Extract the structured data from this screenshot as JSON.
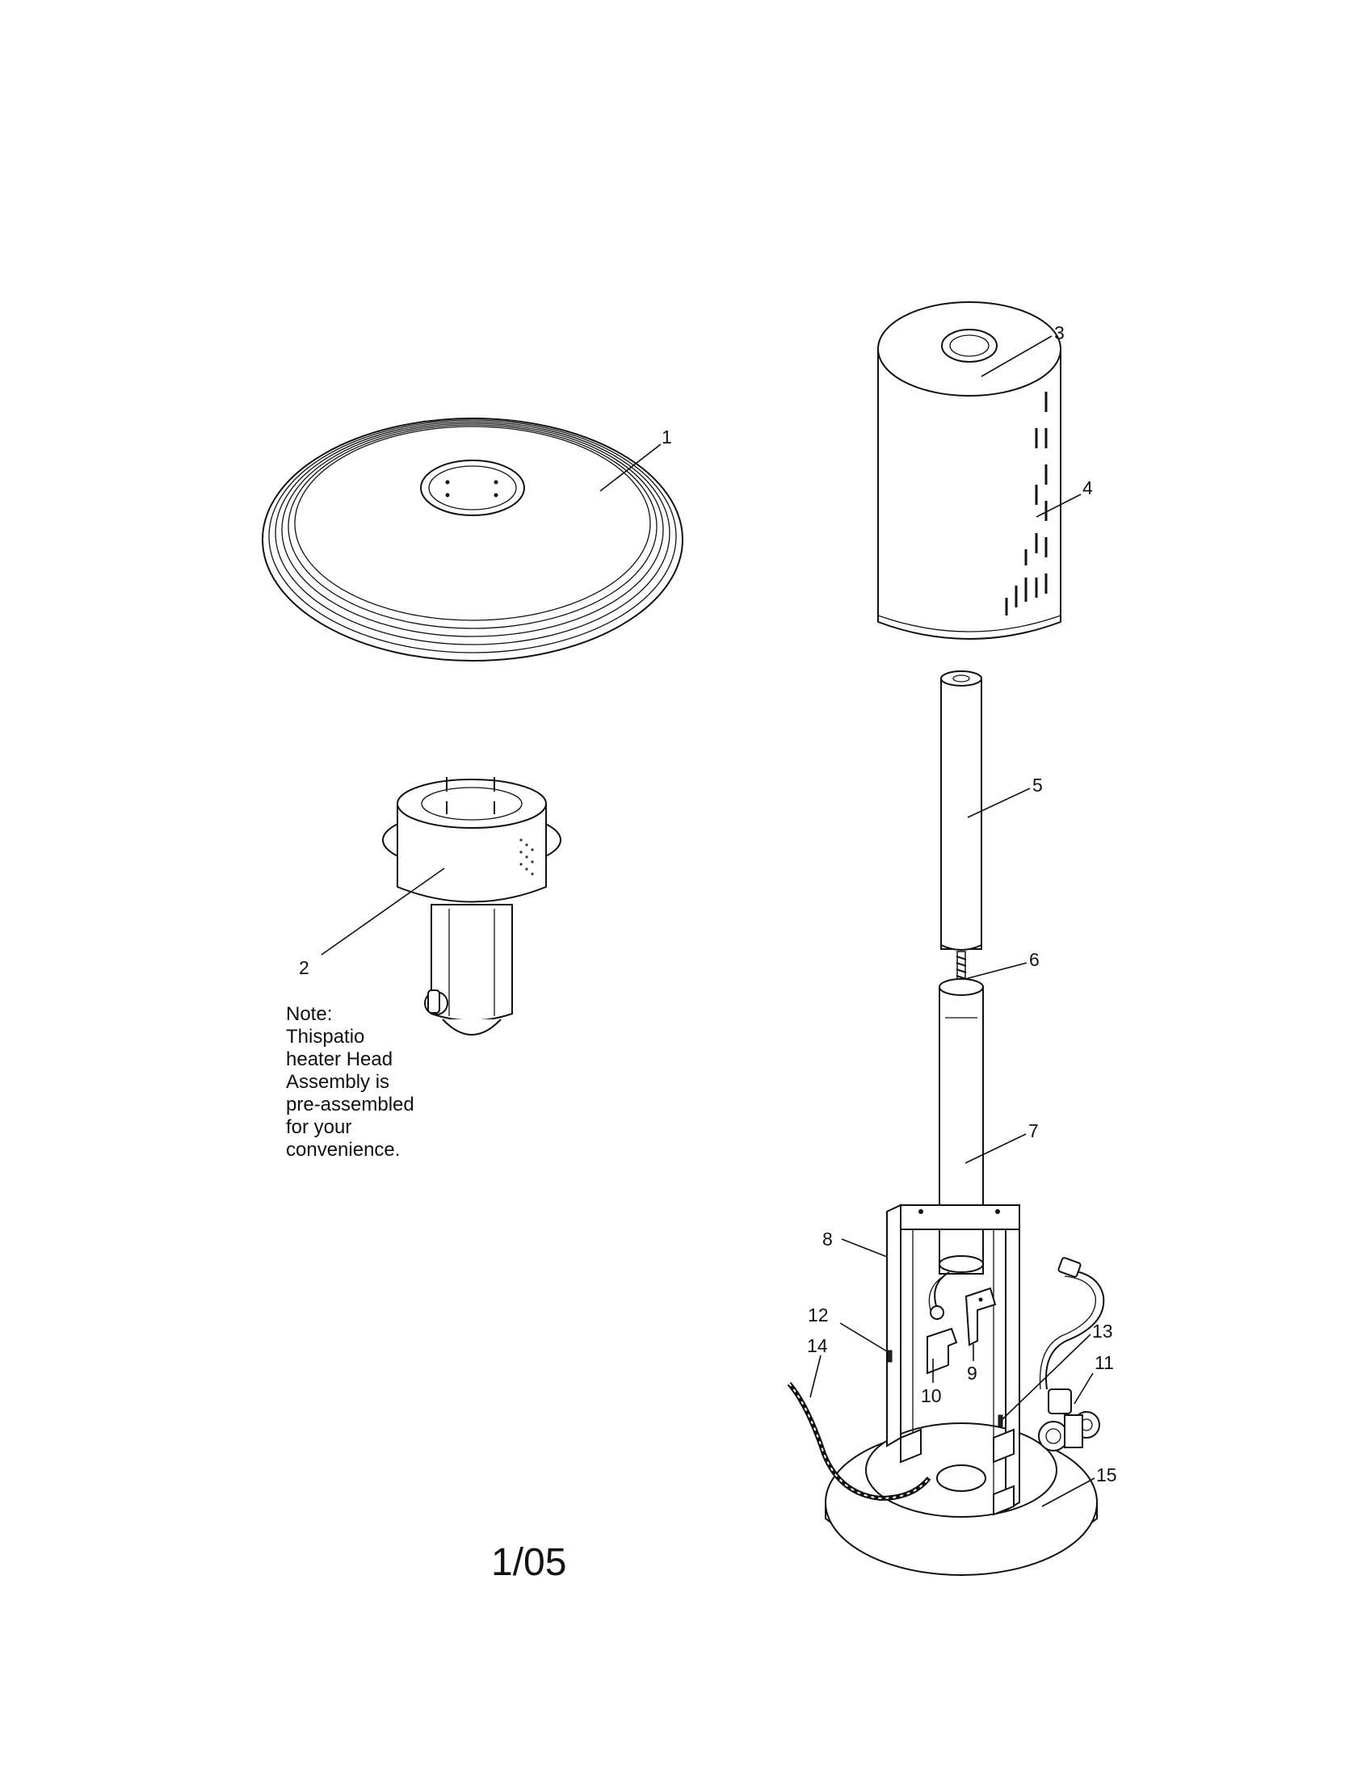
{
  "callouts": [
    {
      "id": "1",
      "label": "1"
    },
    {
      "id": "2",
      "label": "2"
    },
    {
      "id": "3",
      "label": "3"
    },
    {
      "id": "4",
      "label": "4"
    },
    {
      "id": "5",
      "label": "5"
    },
    {
      "id": "6",
      "label": "6"
    },
    {
      "id": "7",
      "label": "7"
    },
    {
      "id": "8",
      "label": "8"
    },
    {
      "id": "9",
      "label": "9"
    },
    {
      "id": "10",
      "label": "10"
    },
    {
      "id": "11",
      "label": "11"
    },
    {
      "id": "12",
      "label": "12"
    },
    {
      "id": "13",
      "label": "13"
    },
    {
      "id": "14",
      "label": "14"
    },
    {
      "id": "15",
      "label": "15"
    }
  ],
  "note": {
    "lines": [
      "Note:",
      "Thispatio",
      "heater Head",
      "Assembly is",
      "pre-assembled",
      "for your",
      "convenience."
    ]
  },
  "page_number": "1/05"
}
